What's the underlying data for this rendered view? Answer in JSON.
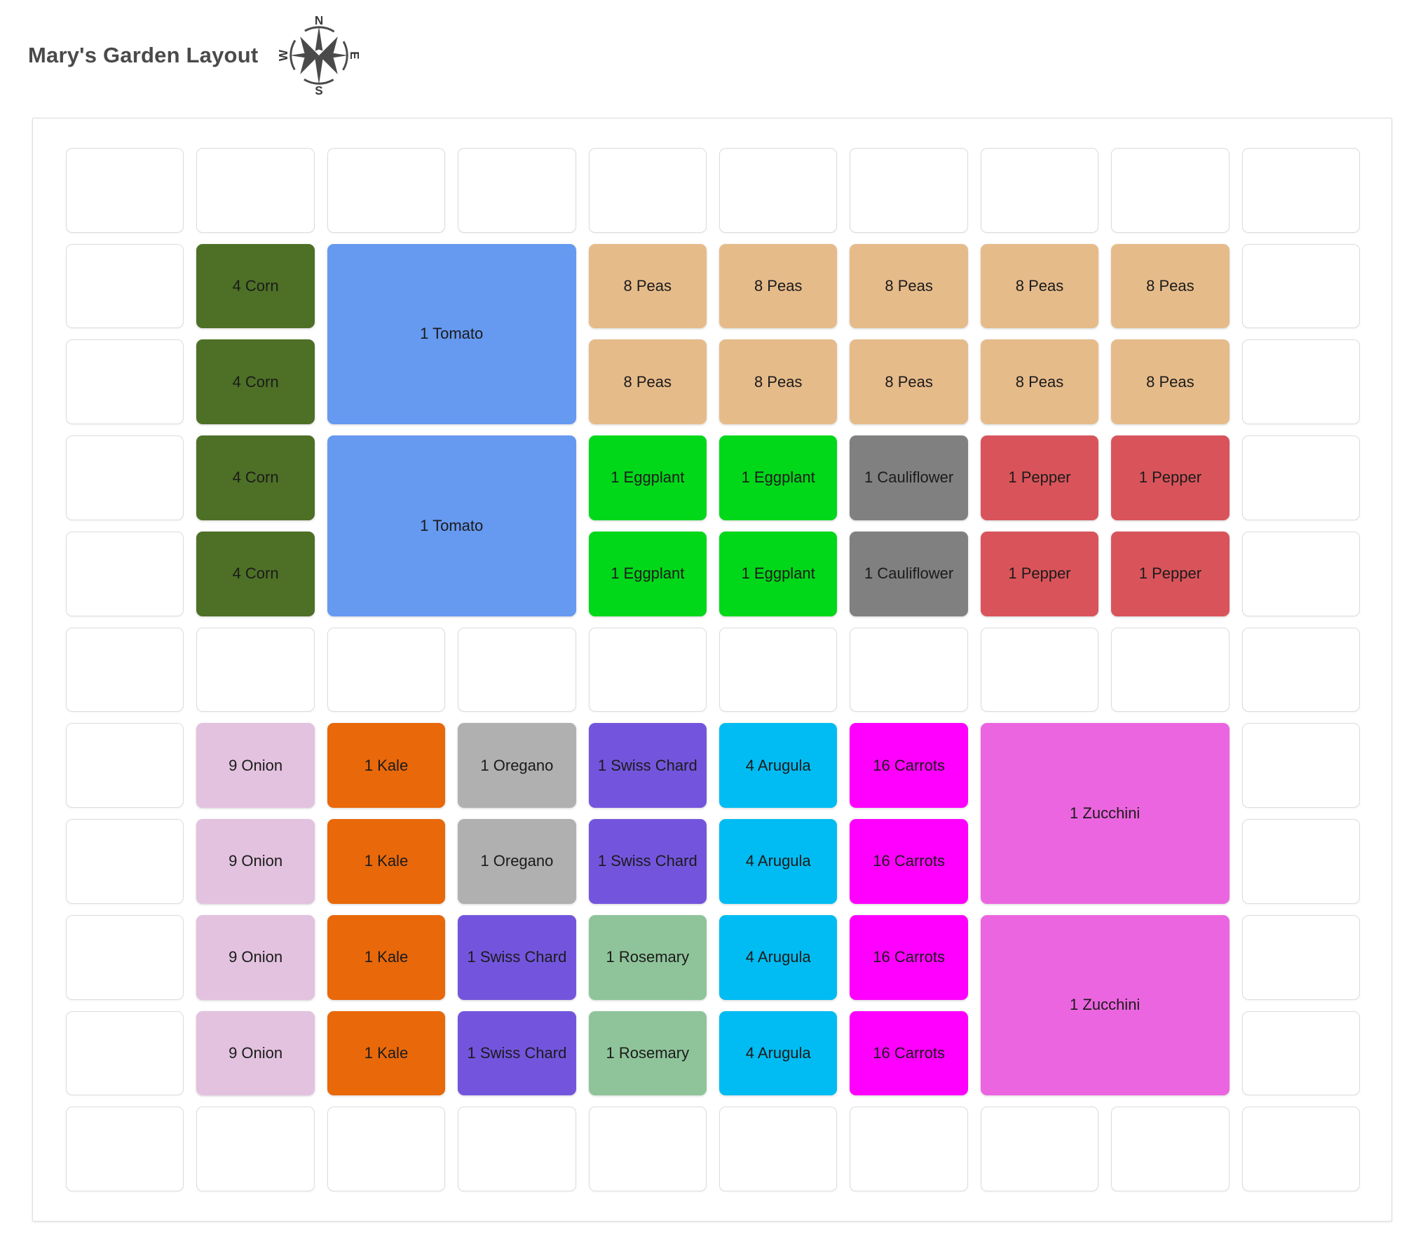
{
  "header": {
    "title": "Mary's Garden Layout",
    "compass": {
      "north": "N",
      "south": "S",
      "east": "E",
      "west": "W"
    }
  },
  "grid": {
    "columns": 10,
    "rows": 11
  },
  "palette": {
    "empty": "#ffffff",
    "empty_border": "#dcdcdc",
    "corn": "#4d7026",
    "tomato": "#6699f0",
    "peas": "#e6bb8a",
    "eggplant": "#00d819",
    "cauliflower": "#808080",
    "pepper": "#d9545a",
    "onion": "#e2c2de",
    "kale": "#e8680a",
    "oregano": "#b0b0b0",
    "swiss_chard": "#7355dd",
    "arugula": "#00bcf2",
    "carrots": "#ff00ff",
    "rosemary": "#8fc49a",
    "zucchini": "#ec65e0"
  },
  "plots": [
    {
      "label": "4 Corn",
      "plant": "corn",
      "color": "#4d7026",
      "col": 2,
      "row": 2,
      "colspan": 1,
      "rowspan": 1
    },
    {
      "label": "4 Corn",
      "plant": "corn",
      "color": "#4d7026",
      "col": 2,
      "row": 3,
      "colspan": 1,
      "rowspan": 1
    },
    {
      "label": "4 Corn",
      "plant": "corn",
      "color": "#4d7026",
      "col": 2,
      "row": 4,
      "colspan": 1,
      "rowspan": 1
    },
    {
      "label": "4 Corn",
      "plant": "corn",
      "color": "#4d7026",
      "col": 2,
      "row": 5,
      "colspan": 1,
      "rowspan": 1
    },
    {
      "label": "1 Tomato",
      "plant": "tomato",
      "color": "#6699f0",
      "col": 3,
      "row": 2,
      "colspan": 2,
      "rowspan": 2
    },
    {
      "label": "1 Tomato",
      "plant": "tomato",
      "color": "#6699f0",
      "col": 3,
      "row": 4,
      "colspan": 2,
      "rowspan": 2
    },
    {
      "label": "8 Peas",
      "plant": "peas",
      "color": "#e6bb8a",
      "col": 5,
      "row": 2,
      "colspan": 1,
      "rowspan": 1
    },
    {
      "label": "8 Peas",
      "plant": "peas",
      "color": "#e6bb8a",
      "col": 6,
      "row": 2,
      "colspan": 1,
      "rowspan": 1
    },
    {
      "label": "8 Peas",
      "plant": "peas",
      "color": "#e6bb8a",
      "col": 7,
      "row": 2,
      "colspan": 1,
      "rowspan": 1
    },
    {
      "label": "8 Peas",
      "plant": "peas",
      "color": "#e6bb8a",
      "col": 8,
      "row": 2,
      "colspan": 1,
      "rowspan": 1
    },
    {
      "label": "8 Peas",
      "plant": "peas",
      "color": "#e6bb8a",
      "col": 9,
      "row": 2,
      "colspan": 1,
      "rowspan": 1
    },
    {
      "label": "8 Peas",
      "plant": "peas",
      "color": "#e6bb8a",
      "col": 5,
      "row": 3,
      "colspan": 1,
      "rowspan": 1
    },
    {
      "label": "8 Peas",
      "plant": "peas",
      "color": "#e6bb8a",
      "col": 6,
      "row": 3,
      "colspan": 1,
      "rowspan": 1
    },
    {
      "label": "8 Peas",
      "plant": "peas",
      "color": "#e6bb8a",
      "col": 7,
      "row": 3,
      "colspan": 1,
      "rowspan": 1
    },
    {
      "label": "8 Peas",
      "plant": "peas",
      "color": "#e6bb8a",
      "col": 8,
      "row": 3,
      "colspan": 1,
      "rowspan": 1
    },
    {
      "label": "8 Peas",
      "plant": "peas",
      "color": "#e6bb8a",
      "col": 9,
      "row": 3,
      "colspan": 1,
      "rowspan": 1
    },
    {
      "label": "1 Eggplant",
      "plant": "eggplant",
      "color": "#00d819",
      "col": 5,
      "row": 4,
      "colspan": 1,
      "rowspan": 1
    },
    {
      "label": "1 Eggplant",
      "plant": "eggplant",
      "color": "#00d819",
      "col": 6,
      "row": 4,
      "colspan": 1,
      "rowspan": 1
    },
    {
      "label": "1 Cauliflower",
      "plant": "cauliflower",
      "color": "#808080",
      "col": 7,
      "row": 4,
      "colspan": 1,
      "rowspan": 1
    },
    {
      "label": "1 Pepper",
      "plant": "pepper",
      "color": "#d9545a",
      "col": 8,
      "row": 4,
      "colspan": 1,
      "rowspan": 1
    },
    {
      "label": "1 Pepper",
      "plant": "pepper",
      "color": "#d9545a",
      "col": 9,
      "row": 4,
      "colspan": 1,
      "rowspan": 1
    },
    {
      "label": "1 Eggplant",
      "plant": "eggplant",
      "color": "#00d819",
      "col": 5,
      "row": 5,
      "colspan": 1,
      "rowspan": 1
    },
    {
      "label": "1 Eggplant",
      "plant": "eggplant",
      "color": "#00d819",
      "col": 6,
      "row": 5,
      "colspan": 1,
      "rowspan": 1
    },
    {
      "label": "1 Cauliflower",
      "plant": "cauliflower",
      "color": "#808080",
      "col": 7,
      "row": 5,
      "colspan": 1,
      "rowspan": 1
    },
    {
      "label": "1 Pepper",
      "plant": "pepper",
      "color": "#d9545a",
      "col": 8,
      "row": 5,
      "colspan": 1,
      "rowspan": 1
    },
    {
      "label": "1 Pepper",
      "plant": "pepper",
      "color": "#d9545a",
      "col": 9,
      "row": 5,
      "colspan": 1,
      "rowspan": 1
    },
    {
      "label": "9 Onion",
      "plant": "onion",
      "color": "#e2c2de",
      "col": 2,
      "row": 7,
      "colspan": 1,
      "rowspan": 1
    },
    {
      "label": "9 Onion",
      "plant": "onion",
      "color": "#e2c2de",
      "col": 2,
      "row": 8,
      "colspan": 1,
      "rowspan": 1
    },
    {
      "label": "9 Onion",
      "plant": "onion",
      "color": "#e2c2de",
      "col": 2,
      "row": 9,
      "colspan": 1,
      "rowspan": 1
    },
    {
      "label": "9 Onion",
      "plant": "onion",
      "color": "#e2c2de",
      "col": 2,
      "row": 10,
      "colspan": 1,
      "rowspan": 1
    },
    {
      "label": "1 Kale",
      "plant": "kale",
      "color": "#e8680a",
      "col": 3,
      "row": 7,
      "colspan": 1,
      "rowspan": 1
    },
    {
      "label": "1 Kale",
      "plant": "kale",
      "color": "#e8680a",
      "col": 3,
      "row": 8,
      "colspan": 1,
      "rowspan": 1
    },
    {
      "label": "1 Kale",
      "plant": "kale",
      "color": "#e8680a",
      "col": 3,
      "row": 9,
      "colspan": 1,
      "rowspan": 1
    },
    {
      "label": "1 Kale",
      "plant": "kale",
      "color": "#e8680a",
      "col": 3,
      "row": 10,
      "colspan": 1,
      "rowspan": 1
    },
    {
      "label": "1 Oregano",
      "plant": "oregano",
      "color": "#b0b0b0",
      "col": 4,
      "row": 7,
      "colspan": 1,
      "rowspan": 1
    },
    {
      "label": "1 Oregano",
      "plant": "oregano",
      "color": "#b0b0b0",
      "col": 4,
      "row": 8,
      "colspan": 1,
      "rowspan": 1
    },
    {
      "label": "1 Swiss Chard",
      "plant": "swiss_chard",
      "color": "#7355dd",
      "col": 4,
      "row": 9,
      "colspan": 1,
      "rowspan": 1
    },
    {
      "label": "1 Swiss Chard",
      "plant": "swiss_chard",
      "color": "#7355dd",
      "col": 4,
      "row": 10,
      "colspan": 1,
      "rowspan": 1
    },
    {
      "label": "1 Swiss Chard",
      "plant": "swiss_chard",
      "color": "#7355dd",
      "col": 5,
      "row": 7,
      "colspan": 1,
      "rowspan": 1
    },
    {
      "label": "1 Swiss Chard",
      "plant": "swiss_chard",
      "color": "#7355dd",
      "col": 5,
      "row": 8,
      "colspan": 1,
      "rowspan": 1
    },
    {
      "label": "1 Rosemary",
      "plant": "rosemary",
      "color": "#8fc49a",
      "col": 5,
      "row": 9,
      "colspan": 1,
      "rowspan": 1
    },
    {
      "label": "1 Rosemary",
      "plant": "rosemary",
      "color": "#8fc49a",
      "col": 5,
      "row": 10,
      "colspan": 1,
      "rowspan": 1
    },
    {
      "label": "4 Arugula",
      "plant": "arugula",
      "color": "#00bcf2",
      "col": 6,
      "row": 7,
      "colspan": 1,
      "rowspan": 1
    },
    {
      "label": "4 Arugula",
      "plant": "arugula",
      "color": "#00bcf2",
      "col": 6,
      "row": 8,
      "colspan": 1,
      "rowspan": 1
    },
    {
      "label": "4 Arugula",
      "plant": "arugula",
      "color": "#00bcf2",
      "col": 6,
      "row": 9,
      "colspan": 1,
      "rowspan": 1
    },
    {
      "label": "4 Arugula",
      "plant": "arugula",
      "color": "#00bcf2",
      "col": 6,
      "row": 10,
      "colspan": 1,
      "rowspan": 1
    },
    {
      "label": "16 Carrots",
      "plant": "carrots",
      "color": "#ff00ff",
      "col": 7,
      "row": 7,
      "colspan": 1,
      "rowspan": 1
    },
    {
      "label": "16 Carrots",
      "plant": "carrots",
      "color": "#ff00ff",
      "col": 7,
      "row": 8,
      "colspan": 1,
      "rowspan": 1
    },
    {
      "label": "16 Carrots",
      "plant": "carrots",
      "color": "#ff00ff",
      "col": 7,
      "row": 9,
      "colspan": 1,
      "rowspan": 1
    },
    {
      "label": "16 Carrots",
      "plant": "carrots",
      "color": "#ff00ff",
      "col": 7,
      "row": 10,
      "colspan": 1,
      "rowspan": 1
    },
    {
      "label": "1 Zucchini",
      "plant": "zucchini",
      "color": "#ec65e0",
      "col": 8,
      "row": 7,
      "colspan": 2,
      "rowspan": 2
    },
    {
      "label": "1 Zucchini",
      "plant": "zucchini",
      "color": "#ec65e0",
      "col": 8,
      "row": 9,
      "colspan": 2,
      "rowspan": 2
    }
  ]
}
